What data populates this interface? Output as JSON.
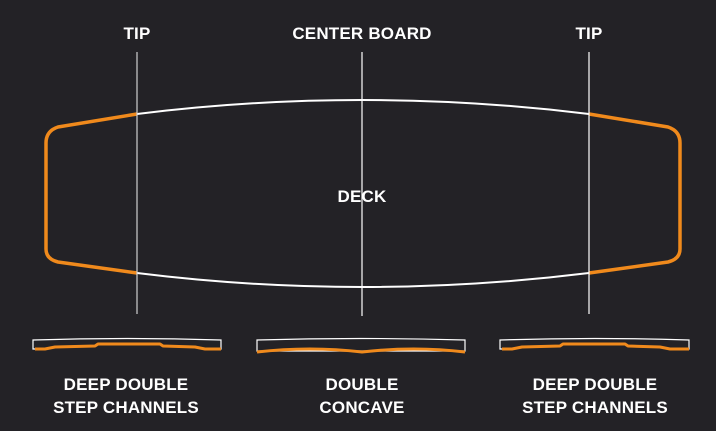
{
  "labels": {
    "tip_left": "TIP",
    "center_board": "CENTER BOARD",
    "tip_right": "TIP",
    "deck": "DECK"
  },
  "profiles": [
    {
      "line1": "DEEP DOUBLE",
      "line2": "STEP CHANNELS"
    },
    {
      "line1": "DOUBLE",
      "line2": "CONCAVE"
    },
    {
      "line1": "DEEP DOUBLE",
      "line2": "STEP CHANNELS"
    }
  ],
  "colors": {
    "background": "#232226",
    "outline": "#ffffff",
    "accent": "#f08a1c"
  }
}
